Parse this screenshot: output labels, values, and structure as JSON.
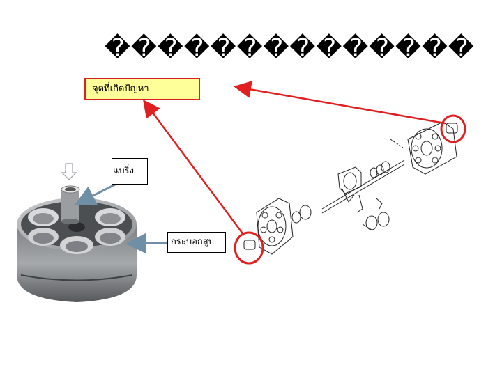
{
  "title": "��������������",
  "labels": {
    "problem_point": "จุดที่เกิดปัญหา",
    "bearing": "แบริ่ง",
    "piston_cylinder": "กระบอกสูบ"
  },
  "colors": {
    "highlight_red": "#e02020",
    "label_fill": "#ffff99",
    "pointer_arrow": "#6f8fa6"
  },
  "icons": {
    "down_arrow": "outline-down-arrow-icon"
  }
}
